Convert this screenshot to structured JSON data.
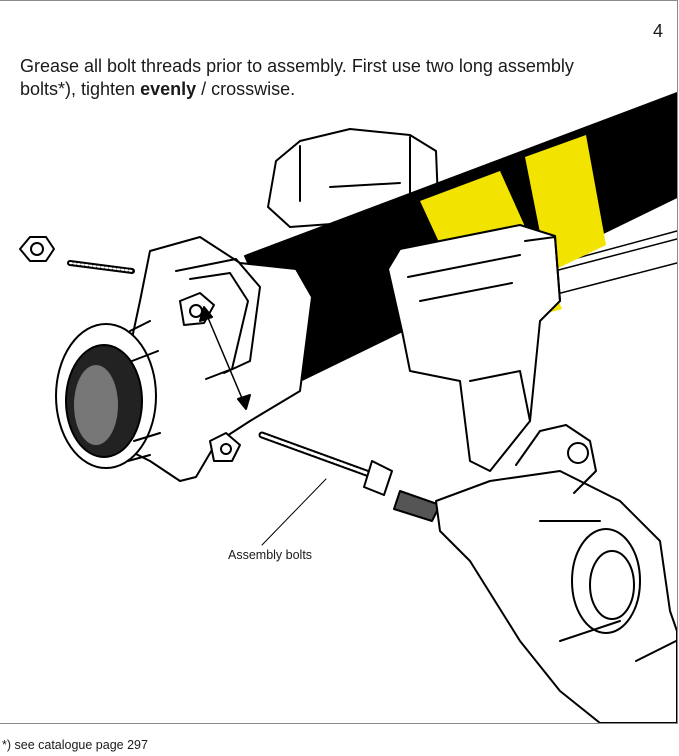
{
  "page": {
    "number": "4"
  },
  "instruction": {
    "part1": "Grease all bolt threads prior to assembly. First use two long assembly bolts*), tighten ",
    "emphasis": "evenly",
    "part2": " / crosswise."
  },
  "illustration": {
    "callout_label": "Assembly bolts",
    "colors": {
      "hose": "#000000",
      "stripe": "#f2e300",
      "outline": "#000000",
      "fill": "#ffffff"
    }
  },
  "footnote": "*) see catalogue page 297"
}
